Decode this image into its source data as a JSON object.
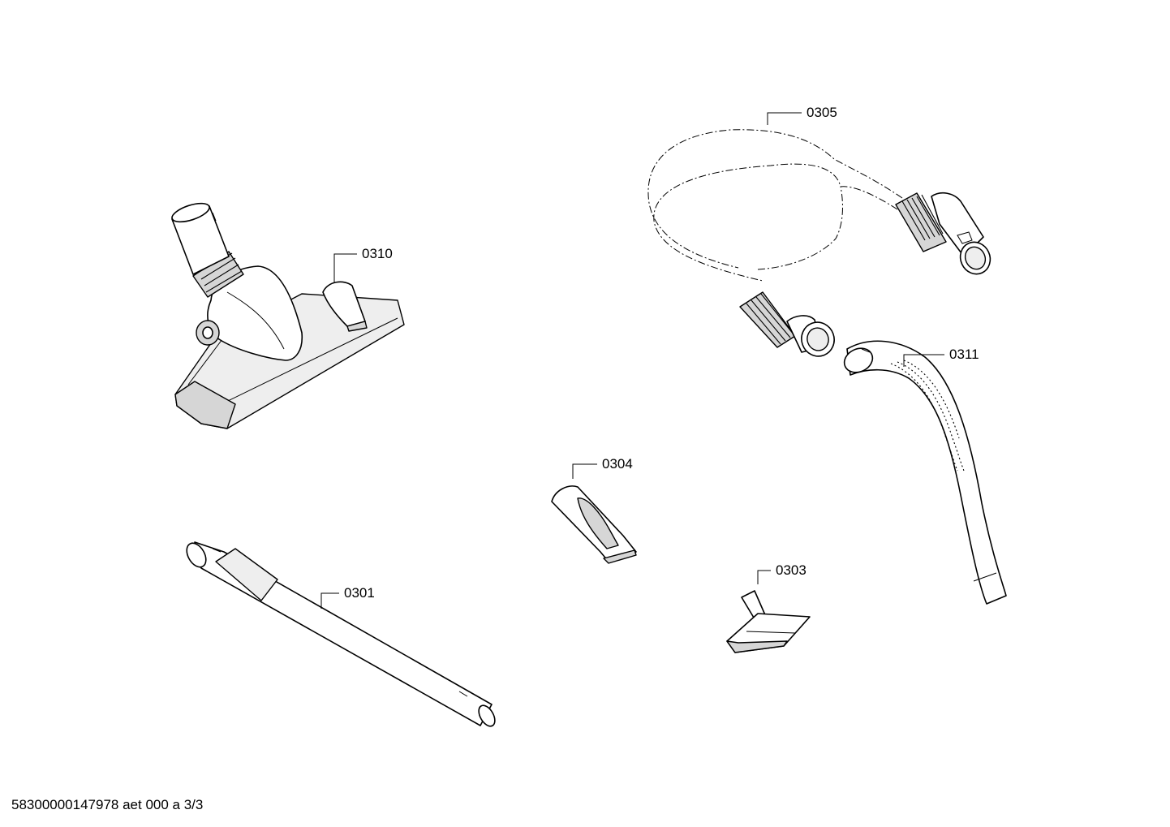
{
  "diagram": {
    "callouts": [
      {
        "id": "0310",
        "label": "0310"
      },
      {
        "id": "0305",
        "label": "0305"
      },
      {
        "id": "0311",
        "label": "0311"
      },
      {
        "id": "0304",
        "label": "0304"
      },
      {
        "id": "0303",
        "label": "0303"
      },
      {
        "id": "0301",
        "label": "0301"
      }
    ],
    "footer": "58300000147978 aet 000 a 3/3"
  }
}
